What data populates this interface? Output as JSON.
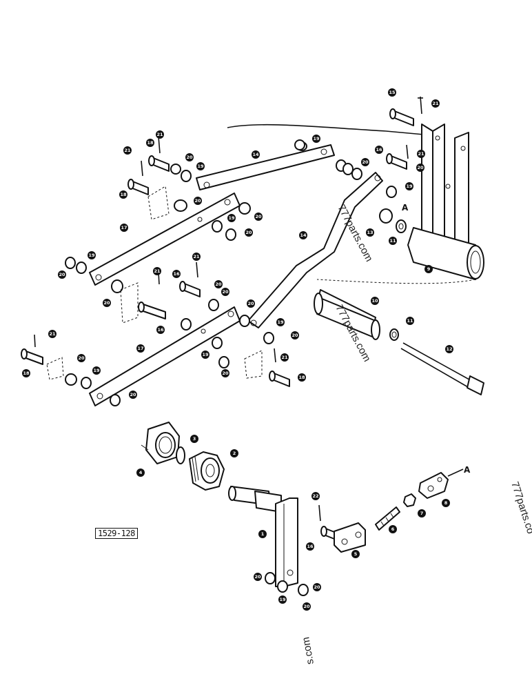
{
  "drawing_ref": "1529-128",
  "section_marker": "A",
  "watermark": "777parts.com",
  "watermark_edge": "777parts.co",
  "watermark_bottom": "s.com",
  "callouts": [
    "1",
    "2",
    "3",
    "4",
    "5",
    "6",
    "7",
    "8",
    "9",
    "10",
    "11",
    "12",
    "13",
    "14",
    "15",
    "16",
    "17",
    "18",
    "19",
    "20",
    "21",
    "22"
  ]
}
